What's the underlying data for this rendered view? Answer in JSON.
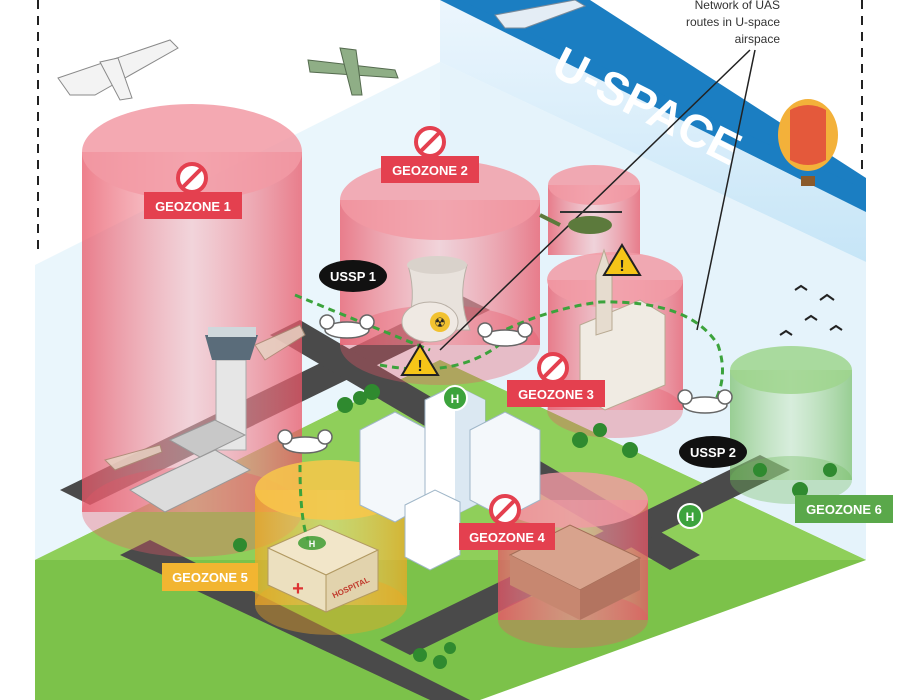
{
  "title": "U-SPACE",
  "annotation": {
    "line1": "Network of UAS",
    "line2": "routes in U-space",
    "line3": "airspace"
  },
  "geozones": [
    {
      "label": "GEOZONE 1",
      "kind": "prohibited"
    },
    {
      "label": "GEOZONE 2",
      "kind": "prohibited"
    },
    {
      "label": "GEOZONE 3",
      "kind": "prohibited"
    },
    {
      "label": "GEOZONE 4",
      "kind": "prohibited"
    },
    {
      "label": "GEOZONE 5",
      "kind": "restricted"
    },
    {
      "label": "GEOZONE 6",
      "kind": "green-zone"
    }
  ],
  "ussp": [
    {
      "label": "USSP 1"
    },
    {
      "label": "USSP 2"
    }
  ],
  "signs": {
    "hospital": "HOSPITAL",
    "helipad": "H"
  },
  "icons": [
    "no-entry-icon",
    "warning-icon",
    "radiation-icon",
    "helipad-icon",
    "drone-icon",
    "airplane-icon",
    "helicopter-icon",
    "hot-air-balloon-icon",
    "bird-icon",
    "tree-icon"
  ],
  "colors": {
    "title_band": "#1b7ec2",
    "geozone_red": "#e4404f",
    "geozone_yellow": "#f2b531",
    "geozone_green": "#5aa84a",
    "ussp_black": "#111111",
    "route_green": "#3ca33c",
    "ground": "#7cc24a",
    "road": "#4a4a4a"
  }
}
